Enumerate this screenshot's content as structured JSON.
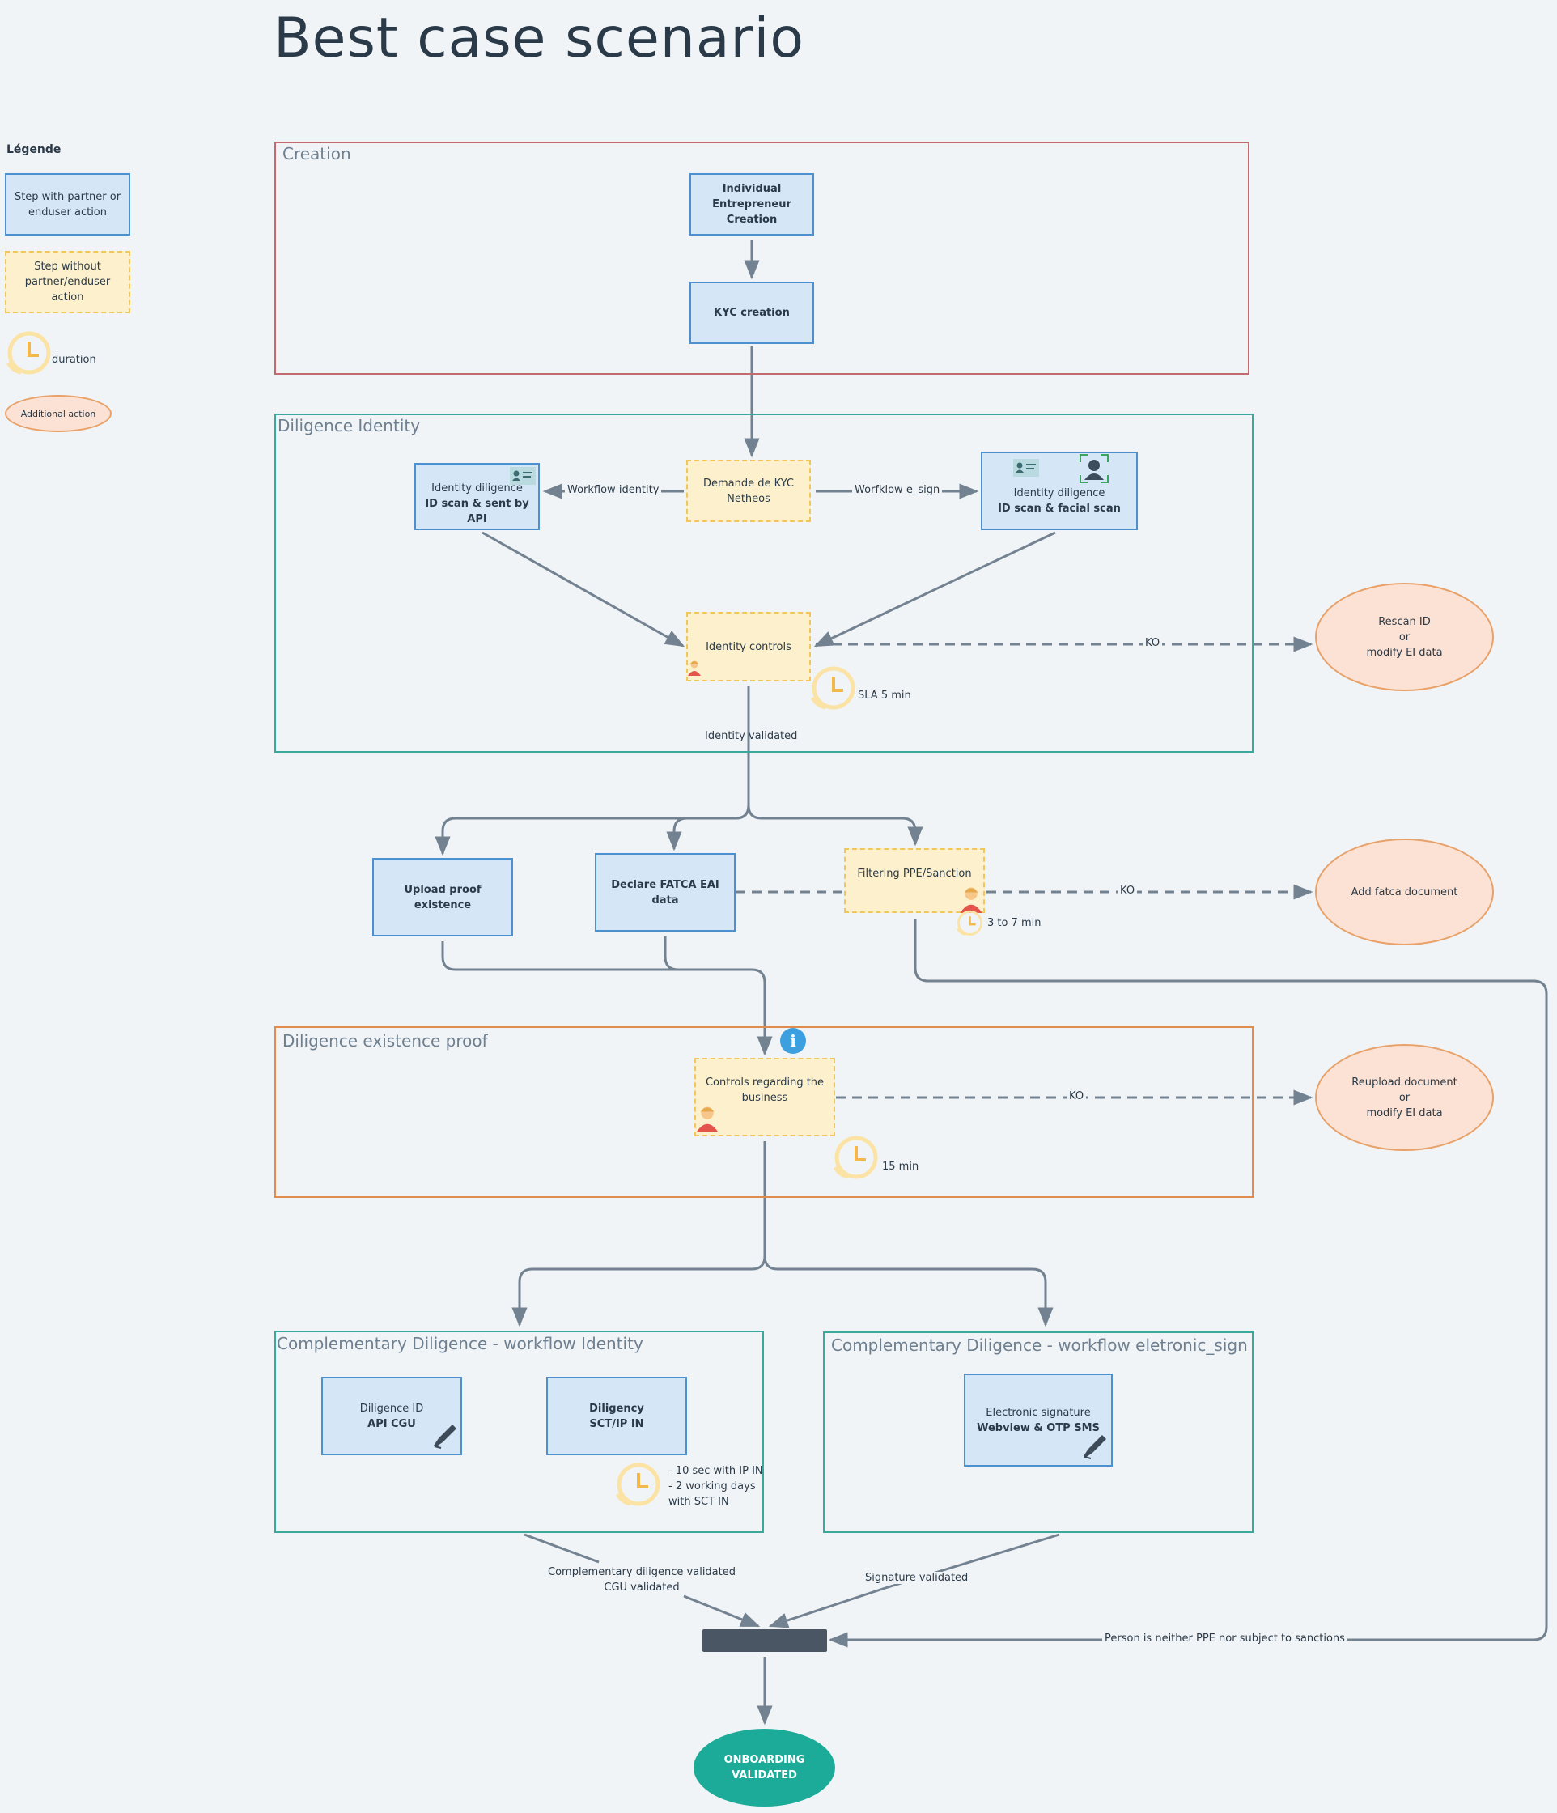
{
  "title": "Best case scenario",
  "legend": {
    "title": "Légende",
    "partner_step": [
      "Step with partner or",
      "enduser action"
    ],
    "auto_step": [
      "Step without",
      "partner/enduser",
      "action"
    ],
    "duration": "duration",
    "additional": "Additional action"
  },
  "regions": {
    "creation": "Creation",
    "identity": "Diligence Identity",
    "existence": "Diligence existence proof",
    "comp_identity": "Complementary Diligence - workflow Identity",
    "comp_esign": "Complementary Diligence - workflow eletronic_sign"
  },
  "nodes": {
    "ei_creation": [
      "Individual",
      "Entrepreneur",
      "Creation"
    ],
    "kyc_creation": "KYC creation",
    "demande_kyc": [
      "Demande de KYC",
      "Netheos"
    ],
    "id_api": {
      "line1": "Identity diligence",
      "line2": "ID scan & sent by API"
    },
    "id_facial": {
      "line1": "Identity diligence",
      "line2": "ID scan & facial scan"
    },
    "identity_controls": "Identity controls",
    "rescan": [
      "Rescan ID",
      "or",
      "modify EI data"
    ],
    "upload_proof": "Upload proof existence",
    "declare_fatca": "Declare FATCA EAI data",
    "filtering": "Filtering PPE/Sanction",
    "add_fatca": "Add fatca document",
    "controls_business": [
      "Controls regarding the",
      "business"
    ],
    "reupload": [
      "Reupload document",
      "or",
      "modify EI data"
    ],
    "dil_api_cgu": {
      "line1": "Diligence ID",
      "line2": "API CGU"
    },
    "dil_sct": {
      "line1": "Diligency",
      "line2": "SCT/IP IN"
    },
    "esign": {
      "line1": "Electronic signature",
      "line2": "Webview & OTP SMS"
    },
    "onboarding": [
      "ONBOARDING",
      "VALIDATED"
    ]
  },
  "labels": {
    "workflow_identity": "Workflow identity",
    "workflow_esign": "Worfklow e_sign",
    "ko1": "KO",
    "ko2": "KO",
    "ko3": "KO",
    "sla": "SLA 5 min",
    "identity_validated": "Identity validated",
    "filter_time": "3 to 7 min",
    "controls_time": "15 min",
    "sct_time": [
      "- 10 sec with IP IN",
      "- 2 working days",
      "with SCT IN"
    ],
    "comp_validated": [
      "Complementary diligence validated",
      "CGU validated"
    ],
    "signature_validated": "Signature validated",
    "person_neither": "Person is neither PPE nor subject to sanctions"
  },
  "info_icon": "i",
  "colors": {
    "text": "#2b3a48",
    "connector": "#738291",
    "partner_fill": "#d5e6f6",
    "partner_border": "#4d90d0",
    "auto_fill": "#fdf1cd",
    "auto_border": "#f1c65a",
    "additional_fill": "#fbe2d4",
    "additional_border": "#e8a169",
    "final_fill": "#1bab98",
    "region_red": "#c26a6f",
    "region_teal": "#3aa89a",
    "region_orange": "#e08c4e"
  }
}
